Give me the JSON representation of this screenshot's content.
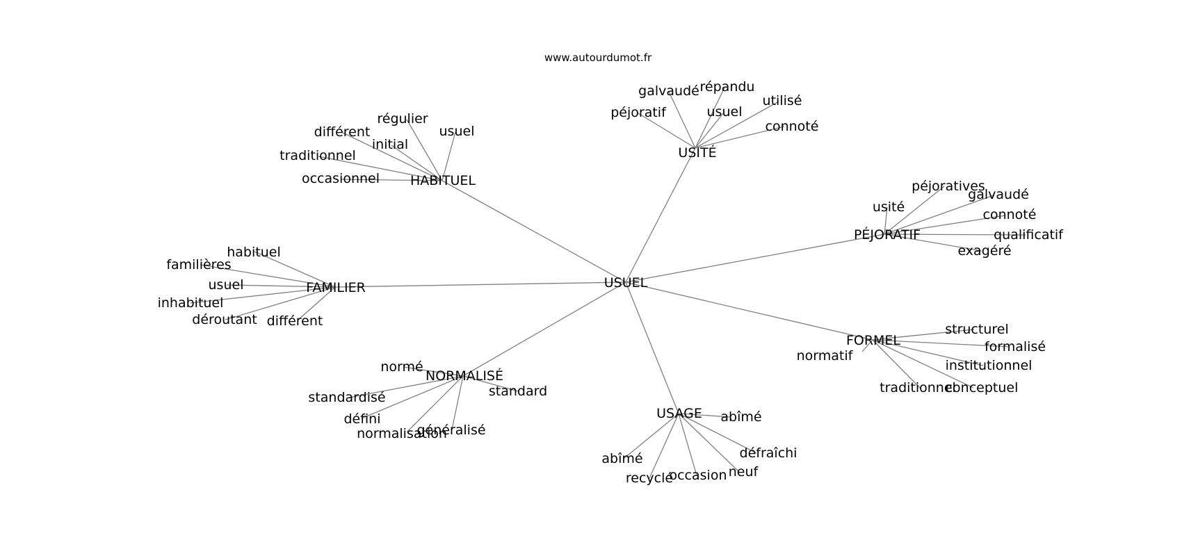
{
  "source": "www.autourdumot.fr",
  "center": "USUEL",
  "clusters": [
    {
      "label": "USITÉ",
      "leaves": [
        "galvaudé",
        "répandu",
        "péjoratif",
        "usuel",
        "utilisé",
        "connoté"
      ]
    },
    {
      "label": "HABITUEL",
      "leaves": [
        "régulier",
        "différent",
        "usuel",
        "initial",
        "traditionnel",
        "occasionnel"
      ]
    },
    {
      "label": "PÉJORATIF",
      "leaves": [
        "péjoratives",
        "galvaudé",
        "usité",
        "connoté",
        "qualificatif",
        "exagéré"
      ]
    },
    {
      "label": "FAMILIER",
      "leaves": [
        "habituel",
        "familières",
        "usuel",
        "inhabituel",
        "déroutant",
        "différent"
      ]
    },
    {
      "label": "FORMEL",
      "leaves": [
        "structurel",
        "formalisé",
        "normatif",
        "institutionnel",
        "traditionnel",
        "conceptuel"
      ]
    },
    {
      "label": "NORMALISÉ",
      "leaves": [
        "normé",
        "standardisé",
        "standard",
        "défini",
        "normalisation",
        "généralisé"
      ]
    },
    {
      "label": "USAGE",
      "leaves": [
        "abîmé",
        "abîmé",
        "défraîchi",
        "recyclé",
        "occasion",
        "neuf"
      ]
    }
  ]
}
